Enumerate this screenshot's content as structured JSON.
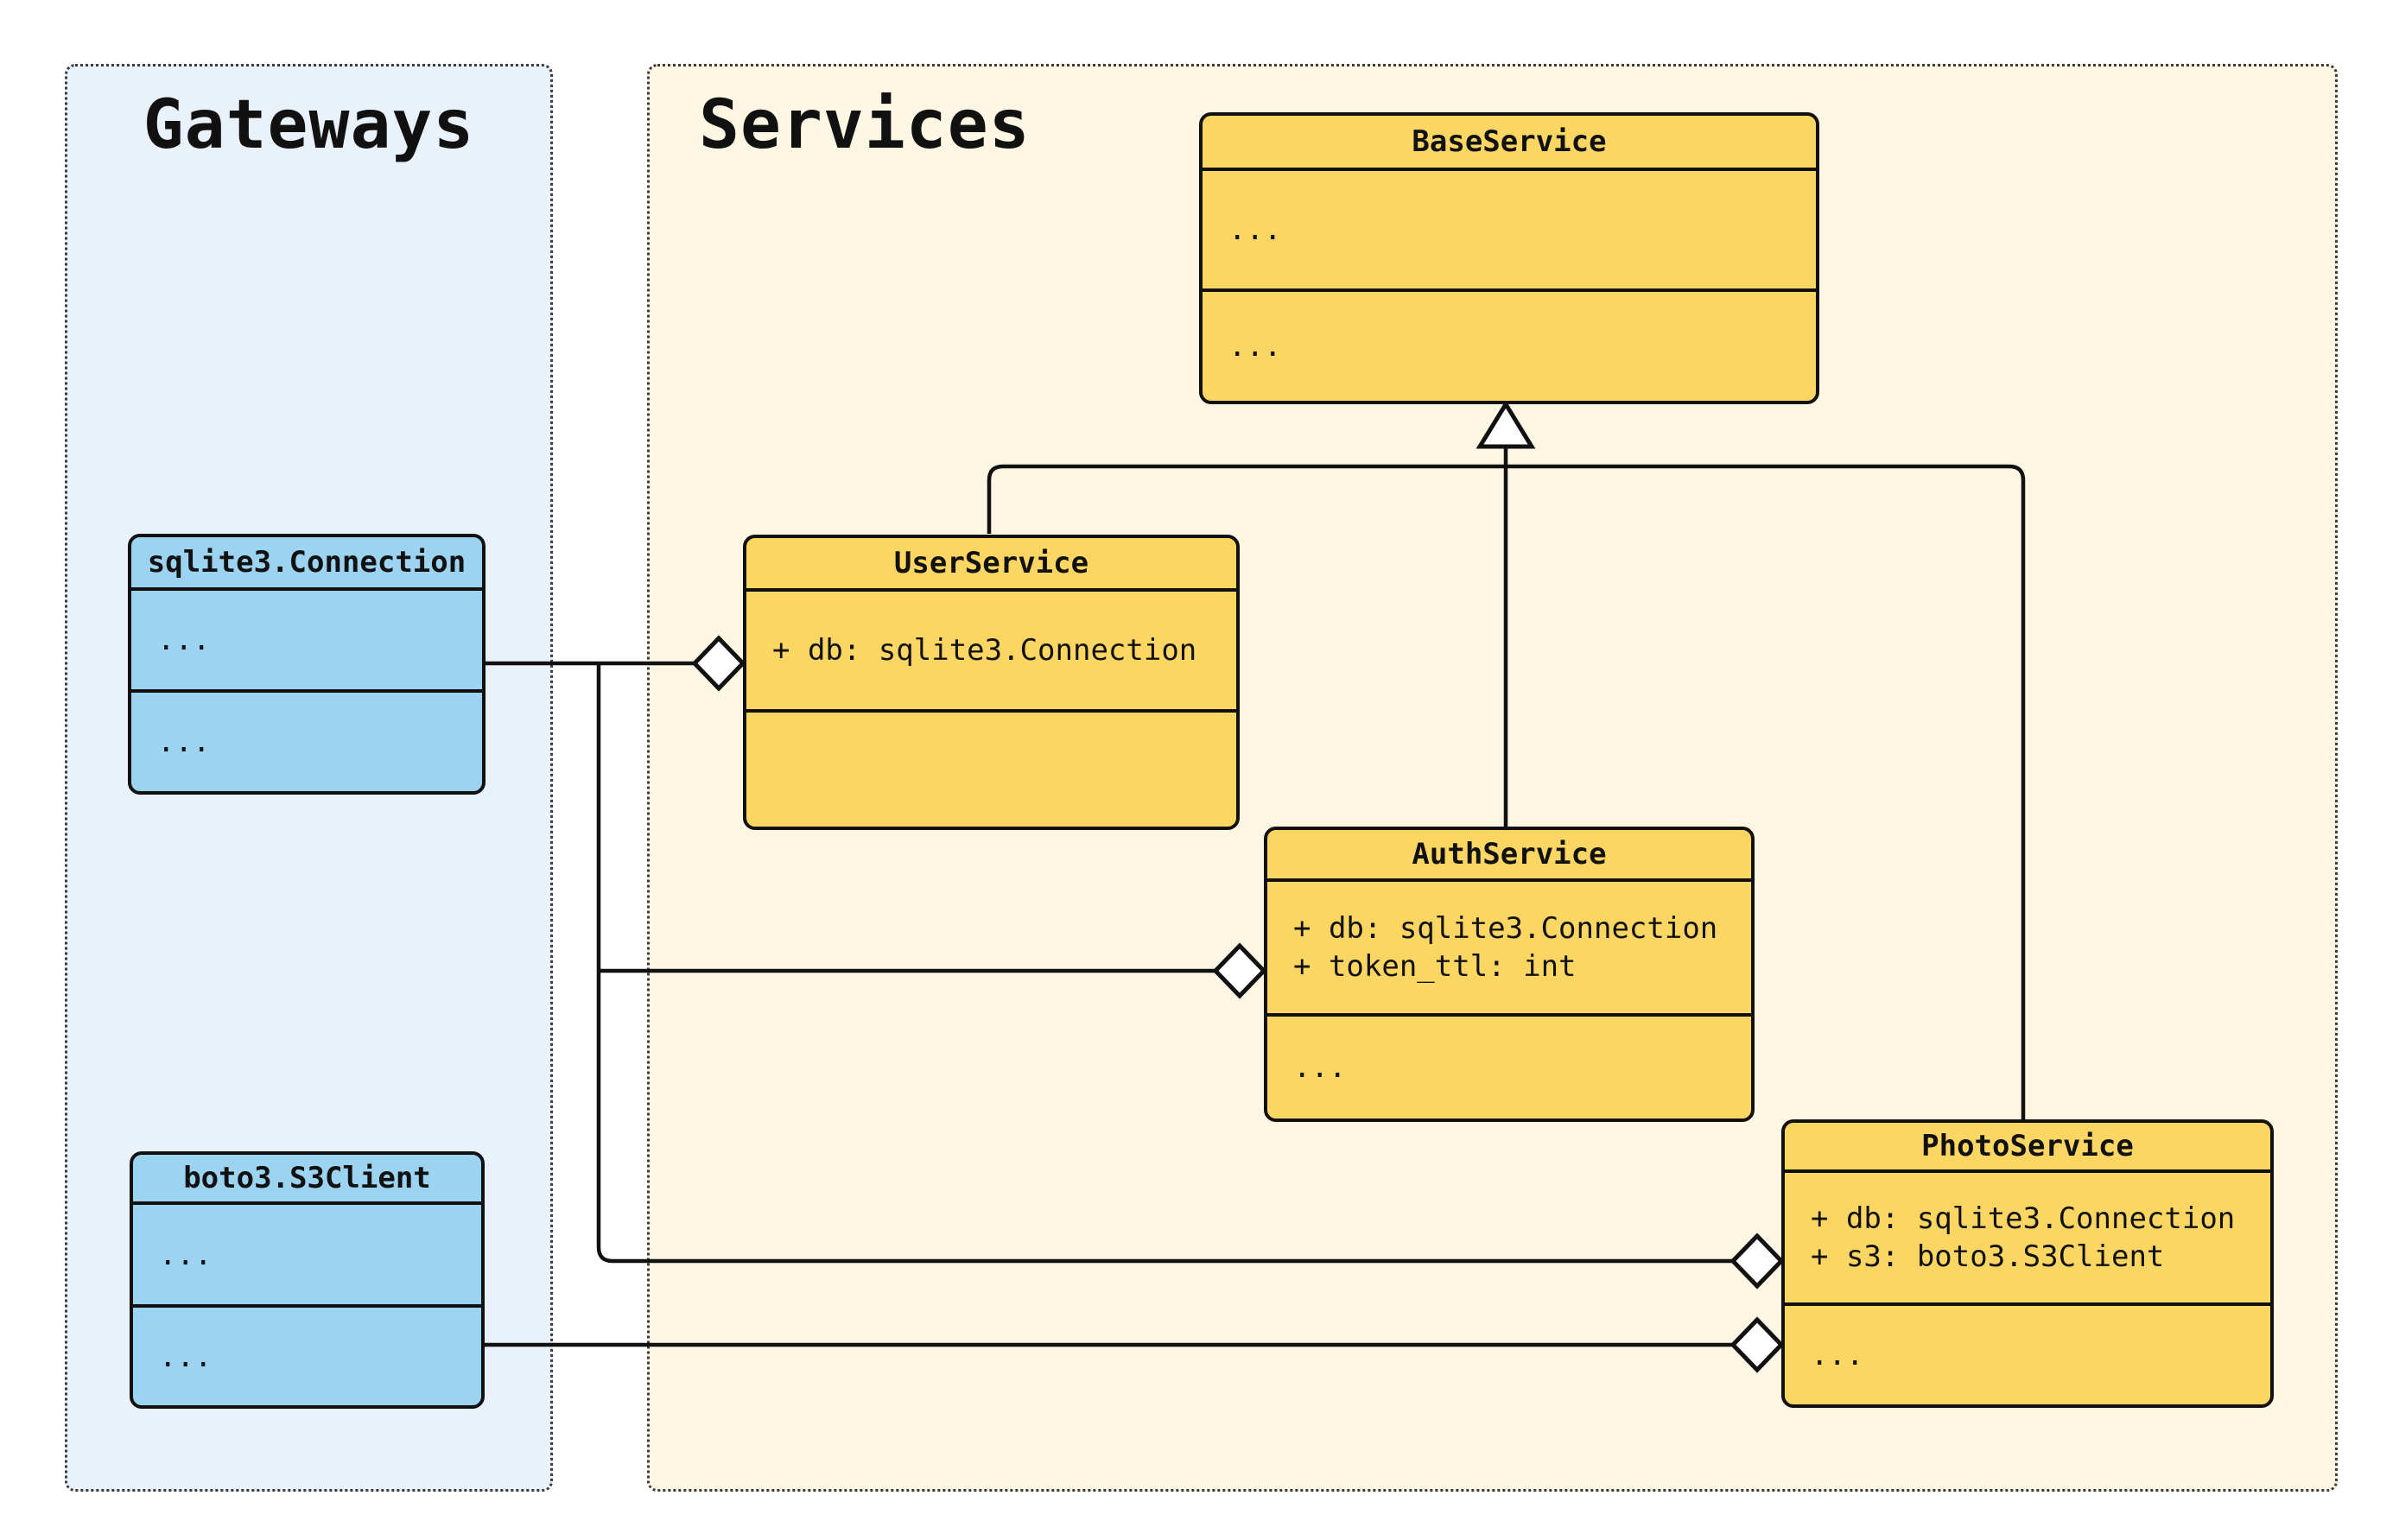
{
  "panels": {
    "gateways": {
      "title": "Gateways"
    },
    "services": {
      "title": "Services"
    }
  },
  "classes": {
    "base": {
      "name": "BaseService",
      "attrs1": "...",
      "methods1": "..."
    },
    "user": {
      "name": "UserService",
      "attrs1": "+ db: sqlite3.Connection",
      "methods1": ""
    },
    "auth": {
      "name": "AuthService",
      "attrs1": "+ db: sqlite3.Connection",
      "attrs2": "+ token_ttl: int",
      "methods1": "..."
    },
    "photo": {
      "name": "PhotoService",
      "attrs1": "+ db: sqlite3.Connection",
      "attrs2": "+ s3: boto3.S3Client",
      "methods1": "..."
    },
    "sqlite": {
      "name": "sqlite3.Connection",
      "attrs1": "...",
      "methods1": "..."
    },
    "boto": {
      "name": "boto3.S3Client",
      "attrs1": "...",
      "methods1": "..."
    }
  },
  "relationships": [
    {
      "type": "inheritance",
      "from": [
        "UserService",
        "AuthService",
        "PhotoService"
      ],
      "to": "BaseService"
    },
    {
      "type": "aggregation",
      "from": "sqlite3.Connection",
      "to": [
        "UserService",
        "AuthService",
        "PhotoService"
      ]
    },
    {
      "type": "aggregation",
      "from": "boto3.S3Client",
      "to": [
        "PhotoService"
      ]
    }
  ],
  "colors": {
    "class_yellow": "#fcd663",
    "class_blue": "#9cd3f1",
    "panel_blue": "#e9f1fb",
    "panel_cream": "#fdf6e2",
    "outline": "#111111"
  }
}
